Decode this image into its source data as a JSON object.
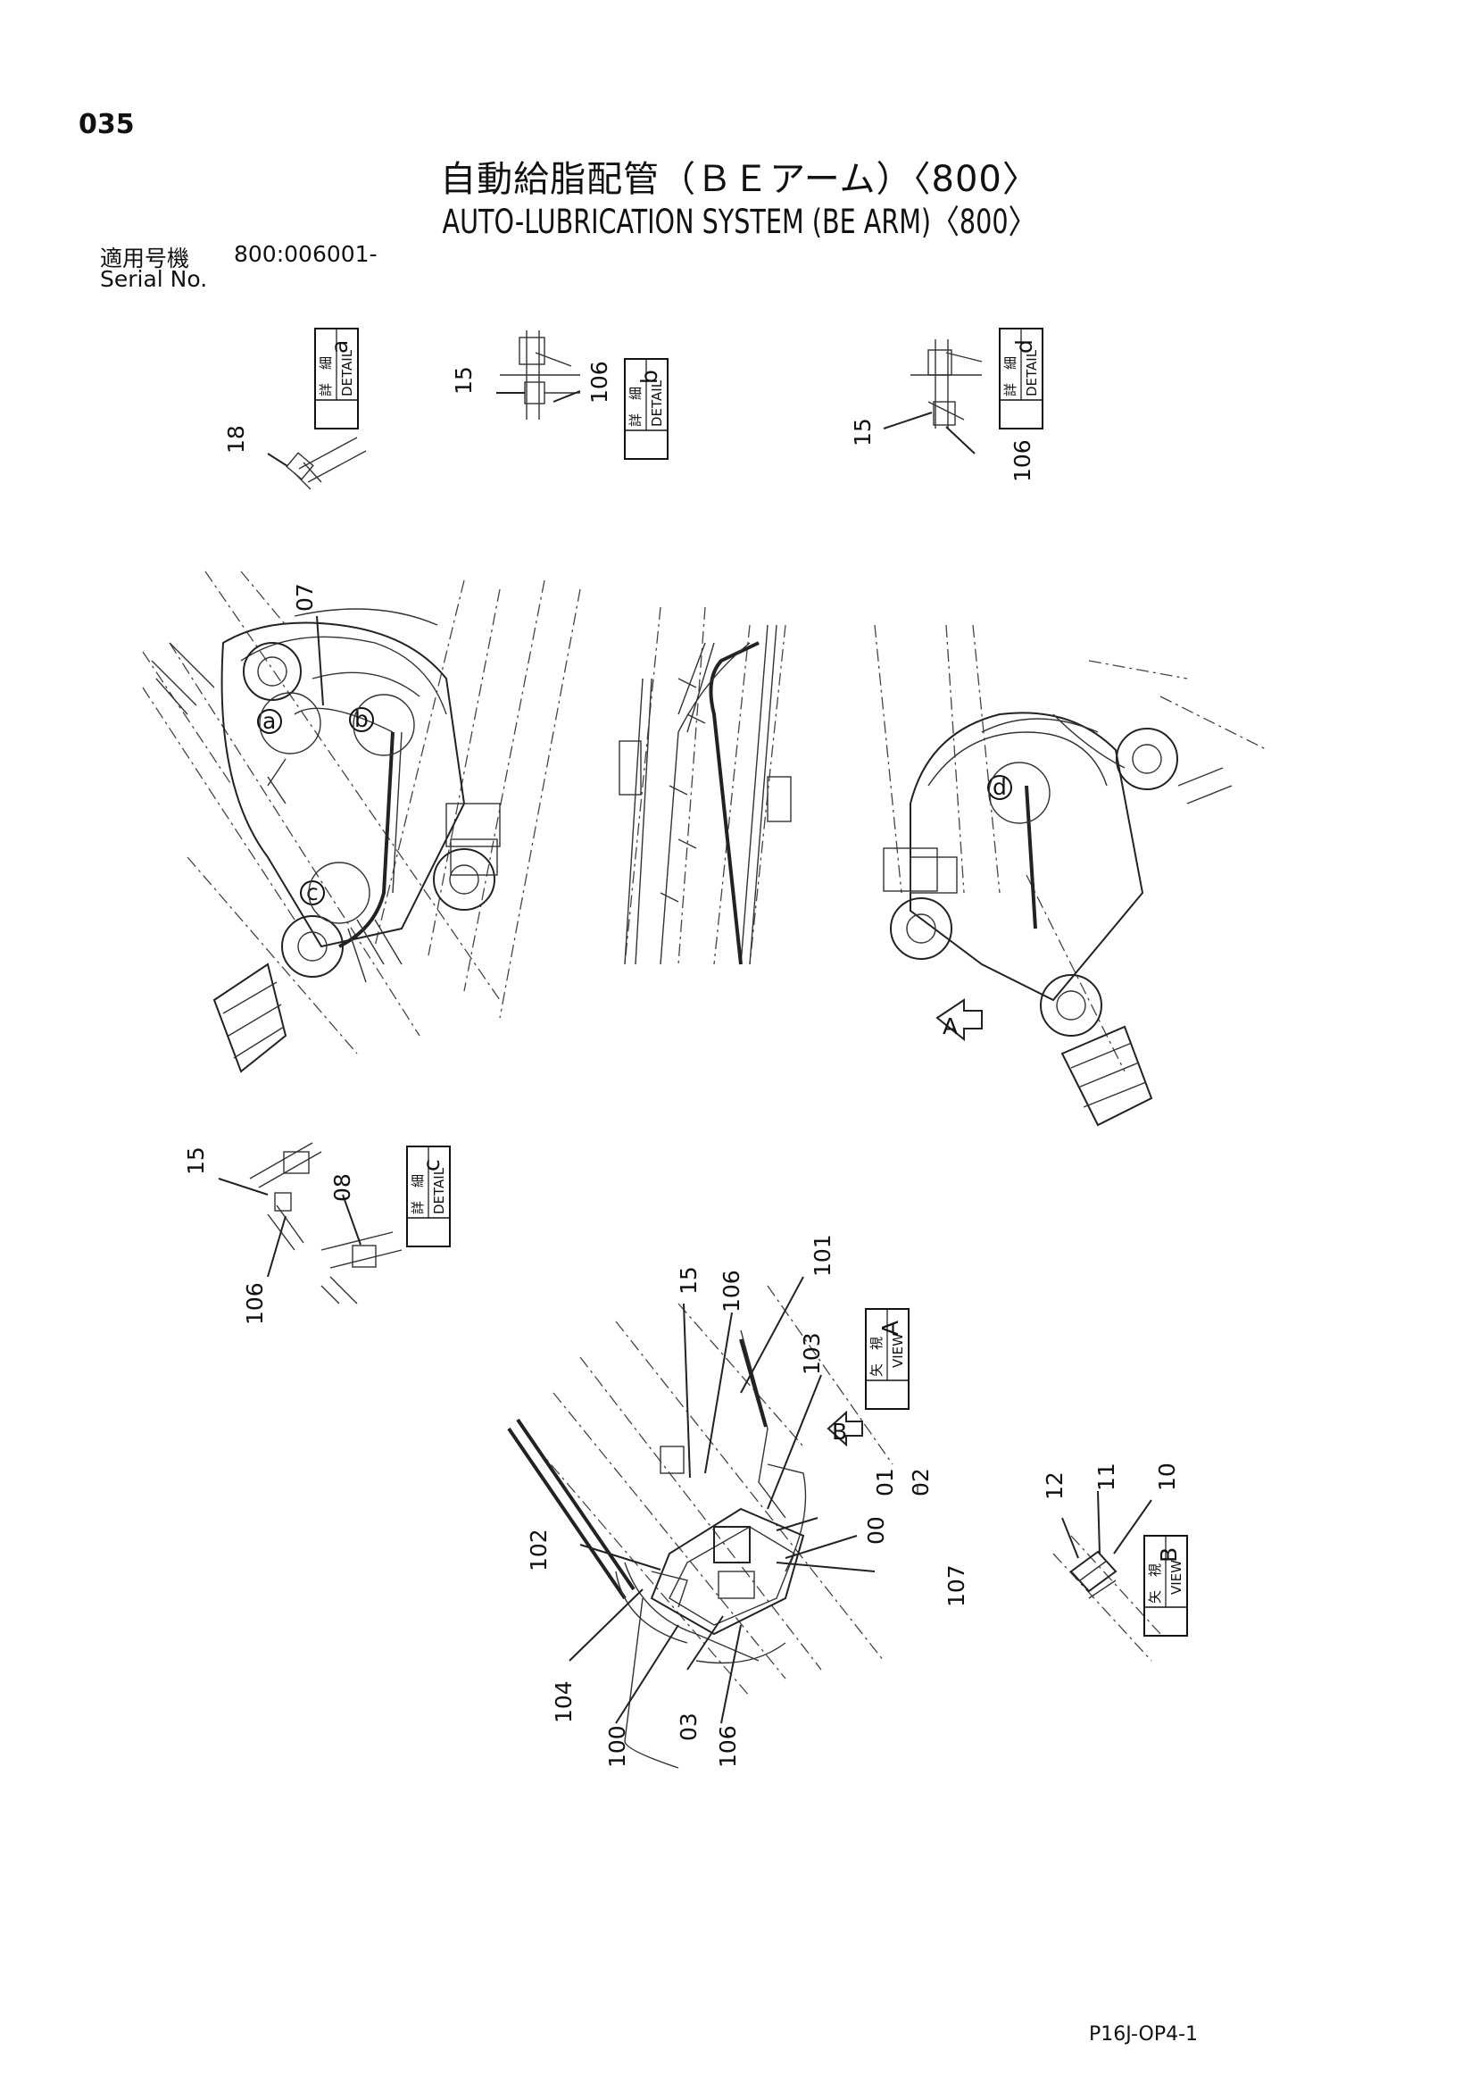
{
  "page_number": "035",
  "title_jp": "自動給脂配管（ＢＥアーム）〈800〉",
  "title_en": "AUTO-LUBRICATION SYSTEM (BE ARM)〈800〉",
  "serial": {
    "label_jp": "適用号機",
    "value": "800:006001-",
    "label_en": "Serial No."
  },
  "detail_tags": {
    "jp": "詳　細",
    "en": "DETAIL",
    "a": "a",
    "b": "b",
    "c": "c",
    "d": "d"
  },
  "view_tags": {
    "jp": "矢　視",
    "en": "VIEW",
    "A": "A",
    "B": "B"
  },
  "callouts": {
    "a": "a",
    "b": "b",
    "c": "c",
    "d": "d",
    "arrow_A": "A",
    "arrow_B": "B"
  },
  "part_numbers": {
    "detail_a": [
      "18"
    ],
    "detail_b": [
      "15",
      "106"
    ],
    "detail_d": [
      "15",
      "106"
    ],
    "detail_c": [
      "15",
      "106",
      "08"
    ],
    "main_left": [
      "07"
    ],
    "view_a": [
      "15",
      "106",
      "101",
      "103",
      "01",
      "02",
      "00",
      "102",
      "104",
      "100",
      "03",
      "106",
      "107"
    ],
    "view_b": [
      "12",
      "11",
      "10"
    ]
  },
  "footer_code": "P16J-OP4-1"
}
